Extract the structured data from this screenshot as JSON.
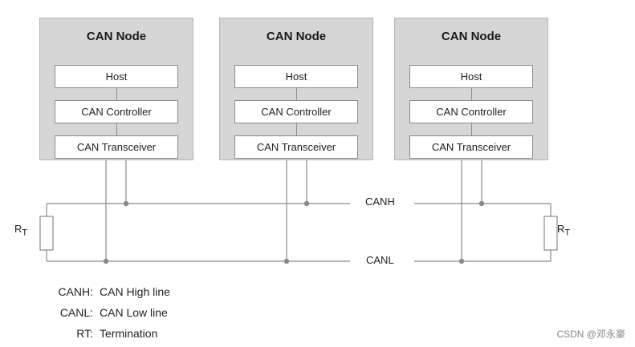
{
  "nodes": [
    {
      "title": "CAN Node",
      "host": "Host",
      "controller": "CAN Controller",
      "transceiver": "CAN Transceiver"
    },
    {
      "title": "CAN Node",
      "host": "Host",
      "controller": "CAN Controller",
      "transceiver": "CAN Transceiver"
    },
    {
      "title": "CAN Node",
      "host": "Host",
      "controller": "CAN Controller",
      "transceiver": "CAN Transceiver"
    }
  ],
  "bus": {
    "high_label": "CANH",
    "low_label": "CANL"
  },
  "termination": {
    "left": {
      "main": "R",
      "sub": "T"
    },
    "right": {
      "main": "R",
      "sub": "T"
    }
  },
  "legend": [
    {
      "key": "CANH:",
      "value": "CAN High line"
    },
    {
      "key": "CANL:",
      "value": "CAN Low line"
    },
    {
      "key": "RT:",
      "value": "Termination"
    }
  ],
  "watermark": "CSDN @邓永豪"
}
